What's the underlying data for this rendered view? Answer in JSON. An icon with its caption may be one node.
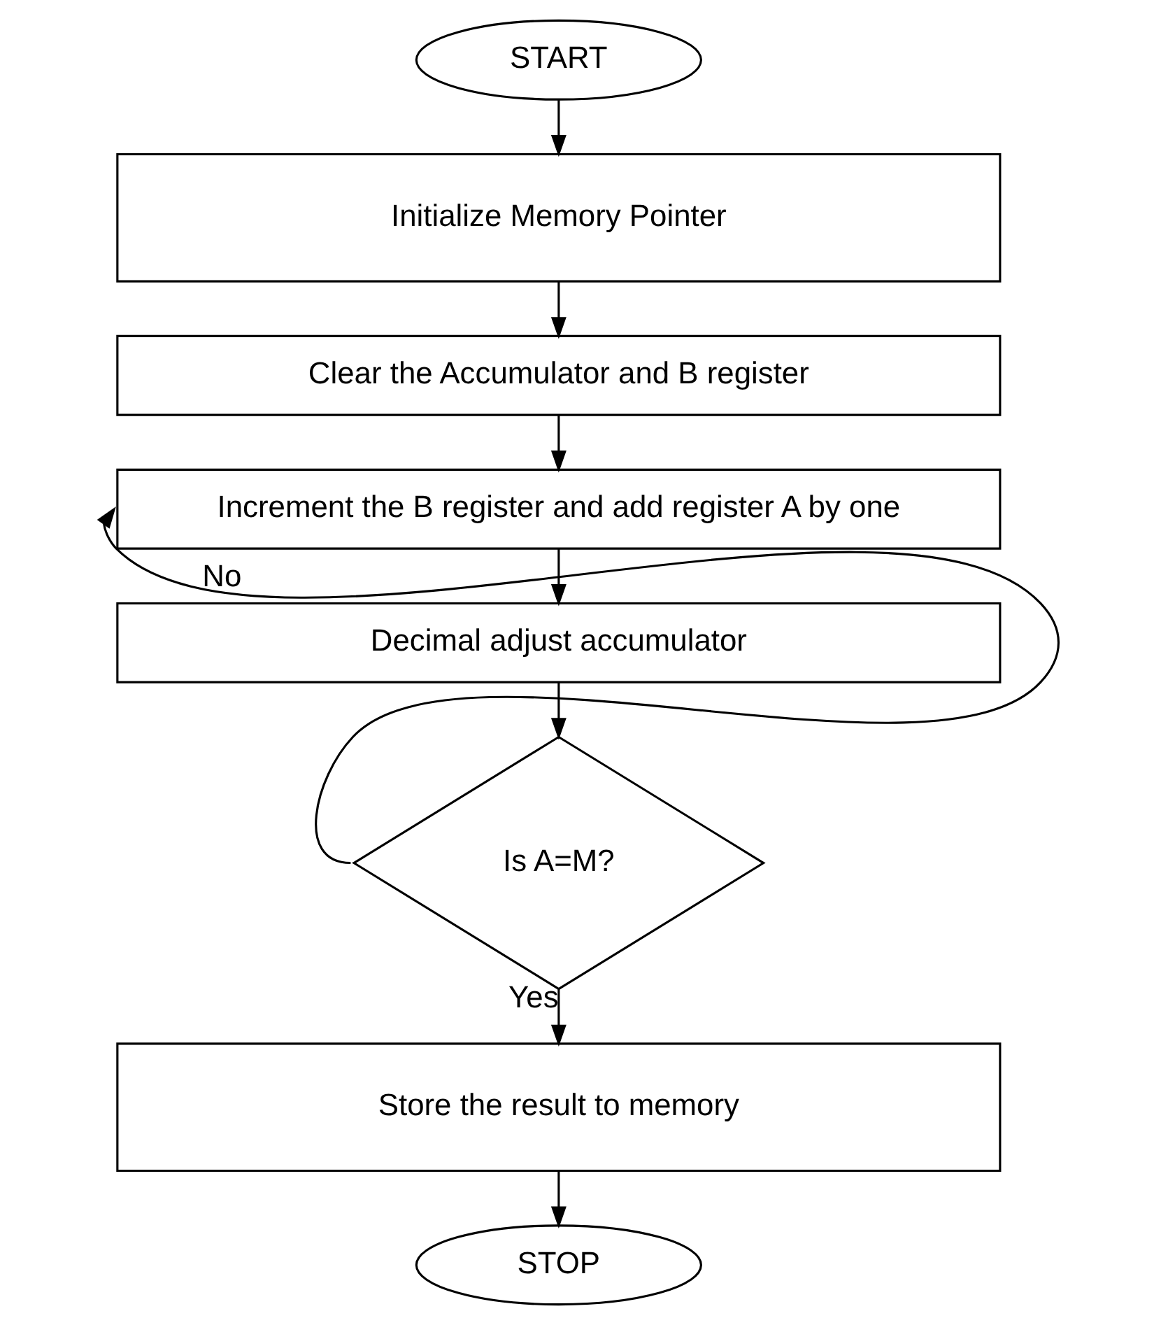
{
  "diagram": {
    "nodes": [
      {
        "text": [
          "START"
        ]
      },
      {
        "text": [
          "Initialize Memory Pointer"
        ]
      },
      {
        "text": [
          "Clear the Accumulator and B register"
        ]
      },
      {
        "text": [
          "Increment the B register and add register A by one"
        ]
      },
      {
        "text": [
          "Decimal adjust accumulator"
        ]
      },
      {
        "text": [
          "Is A=M?"
        ]
      },
      {
        "text": [
          "Store the result to memory"
        ]
      },
      {
        "text": [
          "STOP"
        ]
      }
    ],
    "edges": [
      {
        "from": 0,
        "to": 1,
        "arrow": "to"
      },
      {
        "from": 1,
        "to": 2,
        "arrow": "to"
      },
      {
        "from": 2,
        "to": 3,
        "arrow": "to"
      },
      {
        "from": 3,
        "to": 4,
        "arrow": "to"
      },
      {
        "from": 4,
        "to": 5,
        "arrow": "to"
      },
      {
        "from": 5,
        "to": 3,
        "arrow": "to",
        "label": "No"
      },
      {
        "from": 5,
        "to": 6,
        "arrow": "to",
        "label": "Yes"
      },
      {
        "from": 6,
        "to": 7,
        "arrow": "to"
      }
    ]
  }
}
